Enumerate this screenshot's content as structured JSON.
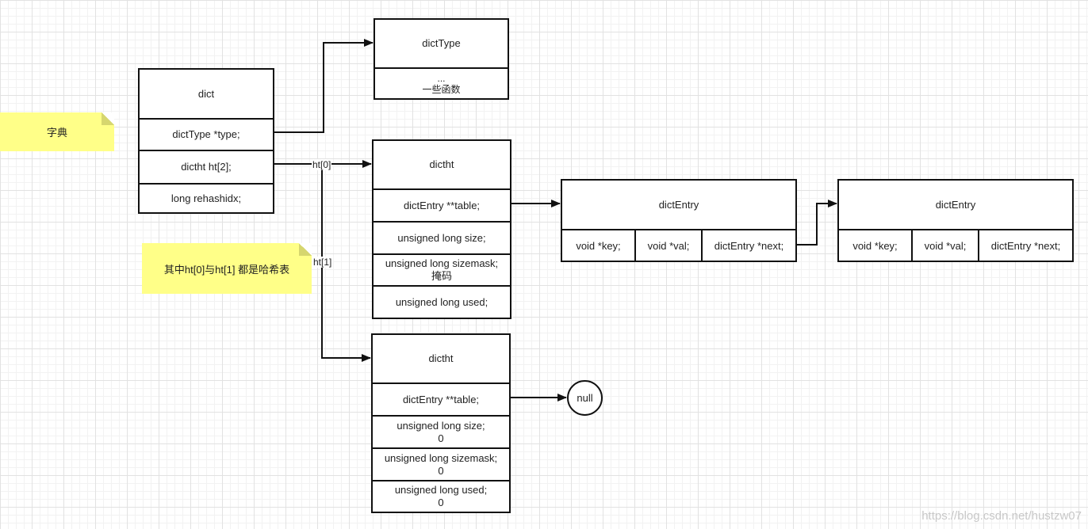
{
  "notes": {
    "dict_note": "字典",
    "ht_note": "其中ht[0]与ht[1] 都是哈希表"
  },
  "dict": {
    "title": "dict",
    "fields": [
      "dictType *type;",
      "dictht ht[2];",
      "long rehashidx;"
    ]
  },
  "dictType": {
    "title": "dictType",
    "body": "...\n一些函数"
  },
  "dictht0": {
    "title": "dictht",
    "fields": [
      "dictEntry **table;",
      "unsigned long size;",
      "unsigned long sizemask;\n掩码",
      "unsigned long used;"
    ]
  },
  "dictht1": {
    "title": "dictht",
    "fields": [
      "dictEntry **table;",
      "unsigned long size;\n0",
      "unsigned long sizemask;\n0",
      "unsigned long used;\n0"
    ]
  },
  "entry1": {
    "title": "dictEntry",
    "fields": [
      "void *key;",
      "void *val;",
      "dictEntry *next;"
    ]
  },
  "entry2": {
    "title": "dictEntry",
    "fields": [
      "void *key;",
      "void *val;",
      "dictEntry *next;"
    ]
  },
  "edge_labels": {
    "ht0": "ht[0]",
    "ht1": "ht[1]"
  },
  "null_node": "null",
  "watermark": "https://blog.csdn.net/hustzw07"
}
